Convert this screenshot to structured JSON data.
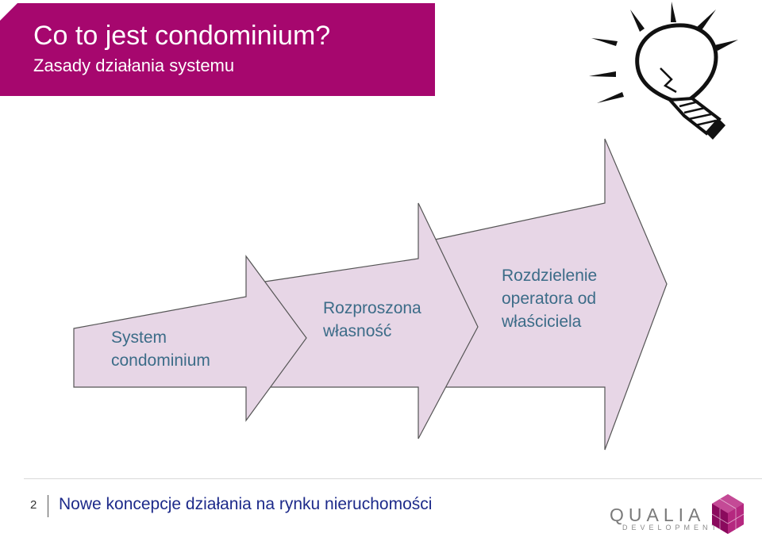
{
  "header": {
    "title": "Co to jest condominium?",
    "subtitle": "Zasady działania systemu"
  },
  "steps": [
    {
      "label": "System\ncondominium"
    },
    {
      "label": "Rozproszona\nwłasność"
    },
    {
      "label": "Rozdzielenie\noperatora od\nwłaściciela"
    }
  ],
  "footer": {
    "page_number": "2",
    "text": "Nowe koncepcje działania na rynku nieruchomości"
  },
  "logo": {
    "name": "QUALIA",
    "tagline": "DEVELOPMENT"
  },
  "colors": {
    "accent": "#a6076e",
    "arrow_fill": "#e7d6e6",
    "arrow_stroke": "#555555",
    "label_text": "#3c6c88",
    "footer_text": "#1d2a8a"
  },
  "icons": [
    "lightbulb-icon",
    "qualia-logo-mark"
  ]
}
